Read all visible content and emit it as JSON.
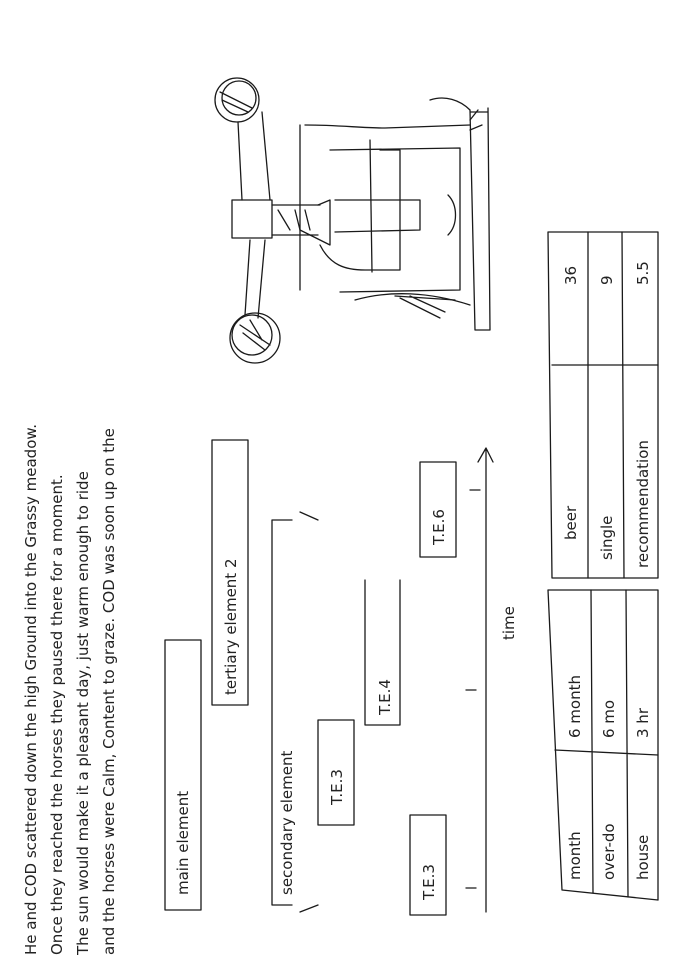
{
  "note": {
    "lines": [
      "He and COD scattered down the high Ground into the Grassy meadow.",
      "Once they reached the horses they paused there for a moment.",
      "The sun would make it a pleasant day, just warm enough to ride",
      "and the horses were Calm, Content to graze. COD was soon up on the"
    ]
  },
  "diagram_labels": {
    "main": "main element",
    "secondary": "secondary element",
    "tertiary": "tertiary element 2",
    "te3a": "T.E.3",
    "te3b": "T.E.3",
    "te4": "T.E.4",
    "te6": "T.E.6",
    "axis": "time"
  },
  "table_left": {
    "rows": [
      [
        "month",
        "6 month"
      ],
      [
        "over-do",
        "6 mo"
      ],
      [
        "house",
        "3 hr"
      ]
    ]
  },
  "table_right": {
    "rows": [
      [
        "beer",
        "36"
      ],
      [
        "single",
        "9"
      ],
      [
        "recommendation",
        "5.5"
      ]
    ]
  }
}
